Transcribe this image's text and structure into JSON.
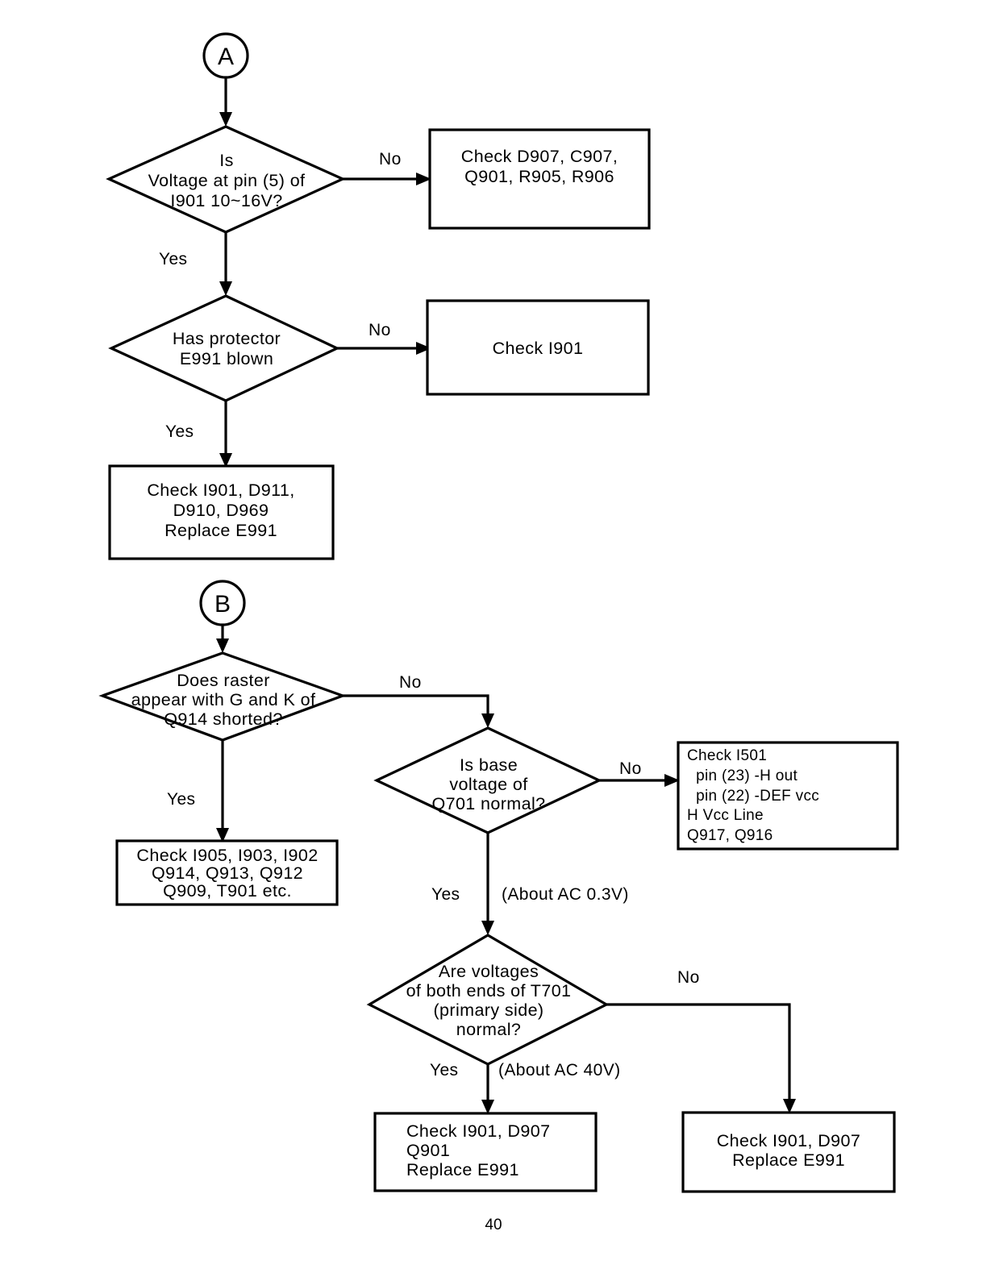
{
  "page": {
    "number": "40",
    "type": "troubleshooting-flowchart"
  },
  "connectors": {
    "a": "A",
    "b": "B"
  },
  "edge_labels": {
    "no": "No",
    "yes": "Yes",
    "about_ac_03v": "(About AC 0.3V)",
    "about_ac_40v": "(About AC 40V)"
  },
  "chart_data": {
    "type": "diagram",
    "title": "Power / Raster Troubleshooting Flowchart",
    "sections": [
      {
        "entry": "A",
        "nodes": [
          {
            "id": "d1",
            "shape": "diamond",
            "lines": [
              "Is",
              "Voltage at pin (5) of",
              "I901 10~16V?"
            ]
          },
          {
            "id": "b1",
            "shape": "rect",
            "align": "center",
            "lines": [
              "Check D907, C907,",
              "Q901, R905, R906"
            ]
          },
          {
            "id": "d2",
            "shape": "diamond",
            "lines": [
              "Has protector",
              "E991 blown"
            ]
          },
          {
            "id": "b2",
            "shape": "rect",
            "align": "center",
            "lines": [
              "Check I901"
            ]
          },
          {
            "id": "b3",
            "shape": "rect",
            "align": "center",
            "lines": [
              "Check I901, D911,",
              "D910, D969",
              "Replace E991"
            ]
          }
        ],
        "edges": [
          {
            "from": "d1",
            "to": "b1",
            "label": "No"
          },
          {
            "from": "d1",
            "to": "d2",
            "label": "Yes"
          },
          {
            "from": "d2",
            "to": "b2",
            "label": "No"
          },
          {
            "from": "d2",
            "to": "b3",
            "label": "Yes"
          }
        ]
      },
      {
        "entry": "B",
        "nodes": [
          {
            "id": "d3",
            "shape": "diamond",
            "lines": [
              "Does raster",
              "appear with G and K of",
              "Q914 shorted?"
            ]
          },
          {
            "id": "b4",
            "shape": "rect",
            "align": "center",
            "lines": [
              "Check I905, I903, I902",
              "Q914, Q913, Q912",
              "Q909, T901 etc."
            ]
          },
          {
            "id": "d4",
            "shape": "diamond",
            "lines": [
              "Is base",
              "voltage of",
              "Q701 normal?"
            ]
          },
          {
            "id": "b5",
            "shape": "rect",
            "align": "left",
            "lines": [
              "Check I501",
              "  pin (23) -H out",
              "  pin (22) -DEF vcc",
              "H Vcc Line",
              "Q917, Q916"
            ]
          },
          {
            "id": "d5",
            "shape": "diamond",
            "lines": [
              "Are voltages",
              "of both ends of T701",
              "(primary side)",
              "normal?"
            ]
          },
          {
            "id": "b6",
            "shape": "rect",
            "align": "left",
            "lines": [
              "Check I901, D907",
              "Q901",
              "Replace E991"
            ]
          },
          {
            "id": "b7",
            "shape": "rect",
            "align": "center",
            "lines": [
              "Check I901, D907",
              "Replace E991"
            ]
          }
        ],
        "edges": [
          {
            "from": "d3",
            "to": "b4",
            "label": "Yes"
          },
          {
            "from": "d3",
            "to": "d4",
            "label": "No"
          },
          {
            "from": "d4",
            "to": "b5",
            "label": "No"
          },
          {
            "from": "d4",
            "to": "d5",
            "label": "Yes",
            "note": "(About AC 0.3V)"
          },
          {
            "from": "d5",
            "to": "b6",
            "label": "Yes",
            "note": "(About AC 40V)"
          },
          {
            "from": "d5",
            "to": "b7",
            "label": "No"
          }
        ]
      }
    ]
  }
}
